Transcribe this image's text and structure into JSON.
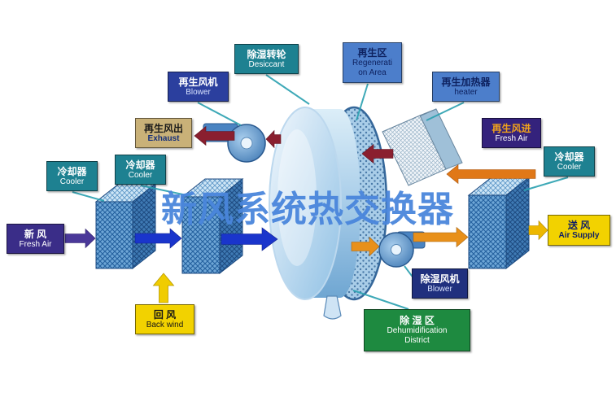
{
  "watermark": "新风系统热交换器",
  "labels": {
    "desiccant": {
      "zh": "除湿转轮",
      "en": "Desiccant"
    },
    "regeneration_area": {
      "zh": "再生区",
      "en1": "Regenerati",
      "en2": "on Area"
    },
    "regen_blower": {
      "zh": "再生风机",
      "en": "Blower"
    },
    "regen_heater": {
      "zh": "再生加热器",
      "en": "heater"
    },
    "exhaust": {
      "zh": "再生风出",
      "en": "Exhaust"
    },
    "regen_fresh_air": {
      "zh": "再生风进",
      "en": "Fresh Air"
    },
    "cooler_left": {
      "zh": "冷却器",
      "en": "Cooler"
    },
    "cooler_mid": {
      "zh": "冷却器",
      "en": "Cooler"
    },
    "cooler_right": {
      "zh": "冷却器",
      "en": "Cooler"
    },
    "fresh_air_in": {
      "zh": "新  风",
      "en": "Fresh Air"
    },
    "air_supply": {
      "zh": "送  风",
      "en": "Air Supply"
    },
    "back_wind": {
      "zh": "回  风",
      "en": "Back wind"
    },
    "dehumid_blower": {
      "zh": "除湿风机",
      "en": "Blower"
    },
    "dehumid_district": {
      "zh": "除  湿  区",
      "en1": "Dehumidification",
      "en2": "District"
    }
  },
  "palette": {
    "teal_label": "#1e8191",
    "blue_label": "#4c7ecb",
    "navy_label": "#2b3f9e",
    "tan_label": "#c9b178",
    "indigo_label": "#34227c",
    "purple_label": "#3a2d88",
    "yellow_label": "#f2d200",
    "green_label": "#1e8a40",
    "watermark_blue": "#4a86dc",
    "arrow_blue": "#1a35cc",
    "arrow_maroon": "#8a1f2f",
    "arrow_orange": "#e8901a",
    "arrow_yellow": "#f0cc00",
    "arrow_purple": "#4a3899",
    "connector_teal": "#2aa0b0",
    "wheel_blue": "#7fb2da"
  }
}
